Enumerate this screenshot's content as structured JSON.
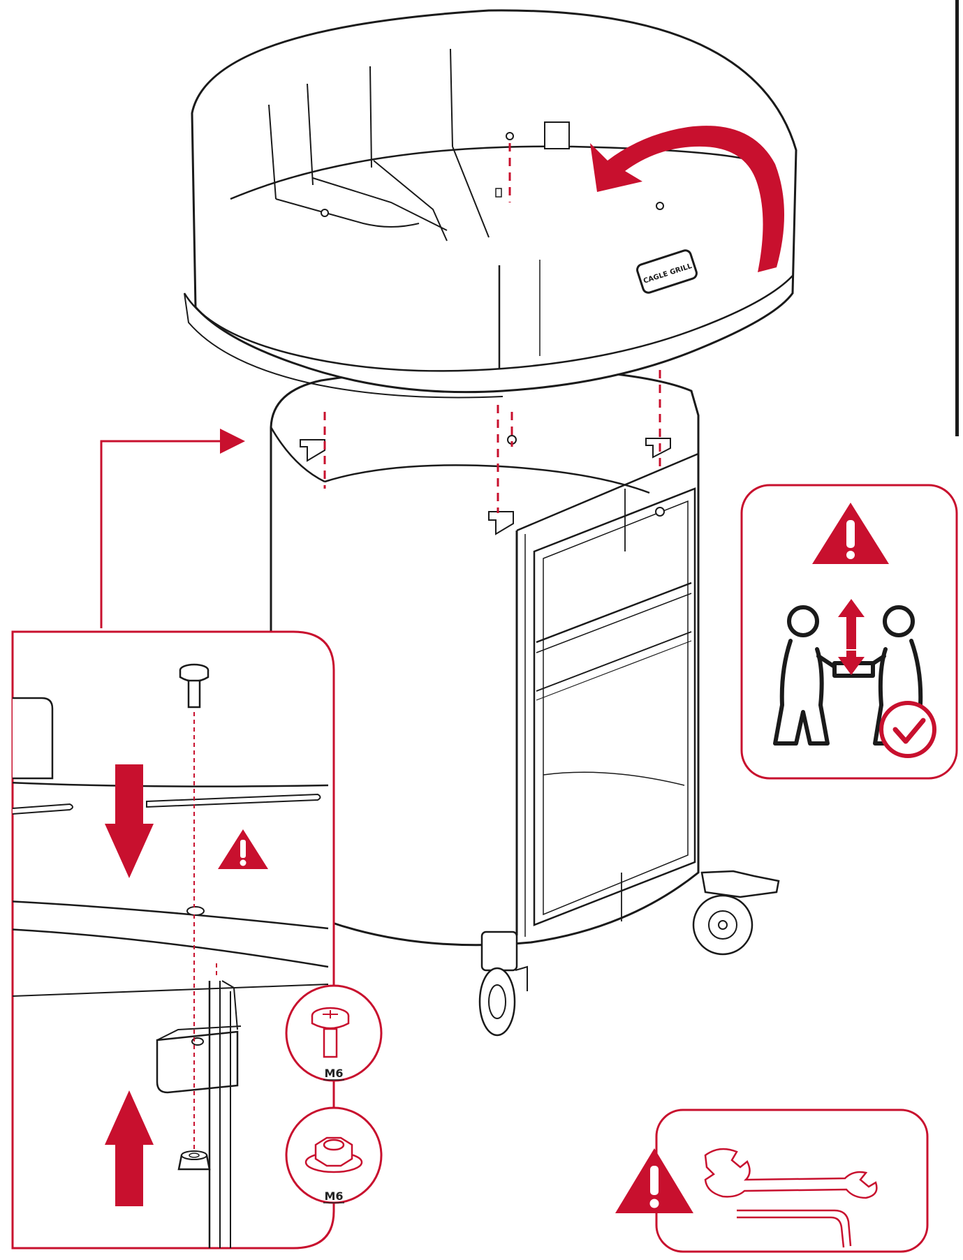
{
  "figure": {
    "logo_text": "CAGLE GRILL",
    "parts": [
      {
        "name": "flange-bolt",
        "label": "M6"
      },
      {
        "name": "flange-nut",
        "label": "M6"
      }
    ],
    "warnings": [
      {
        "icon": "warning-triangle-icon",
        "meaning": "two-person-lift"
      },
      {
        "icon": "warning-triangle-icon",
        "meaning": "tools-required"
      },
      {
        "icon": "warning-triangle-icon",
        "meaning": "detail-caution"
      }
    ],
    "tools": [
      "open-end-wrench-icon",
      "hex-key-icon"
    ],
    "colors": {
      "accent": "#c8102e",
      "line": "#1a1a1a",
      "background": "#ffffff"
    }
  }
}
